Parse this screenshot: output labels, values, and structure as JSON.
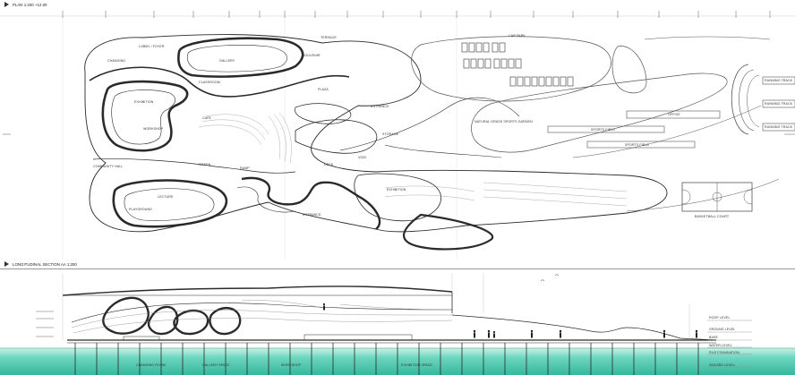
{
  "plan": {
    "title": "PLAN 1:200 +12.00",
    "labels": {
      "a": "LOBBY / FOYER",
      "b": "CHANGING",
      "c": "EXHIBITION",
      "d": "CAFE",
      "e": "WORKSHOP",
      "f": "GALLERY",
      "g": "CLASSROOM",
      "h": "PLAZA",
      "i": "ENTRANCE",
      "j": "TERRACE",
      "k": "SOUVENIR",
      "l": "STORAGE",
      "m": "VOID",
      "n": "NATURAL GRASS SPORTS GARDEN",
      "o": "OFFICE",
      "p": "COMMUNITY HALL",
      "q": "EXHIBITION",
      "r": "ENTRANCE",
      "s": "RAMP",
      "t": "GREEN",
      "u": "DECK",
      "v": "LECTURE",
      "w": "PLAYGROUND",
      "x": "CAR PARK",
      "y": "SPORTS FIELD",
      "z": "SPORTS FIELD",
      "aa": "BASKETBALL COURT",
      "ab": "RUNNING TRACK",
      "ac": "RUNNING TRACK",
      "ad": "RUNNING TRACK"
    }
  },
  "section": {
    "title": "LONGITUDINAL SECTION AA 1:200",
    "levels": [
      "ROOF LEVEL",
      "GROUND LEVEL",
      "BASE",
      "WATER LEVEL",
      "PILE FOUNDATION",
      "SEA BED LEVEL"
    ],
    "spaces": [
      "CHANGING ROOM",
      "GALLERY SPACE",
      "WORKSHOP",
      "EXHIBITION SPACE"
    ]
  },
  "colors": {
    "line": "#2a2a2a",
    "thin": "#8a8a8a",
    "water_top": "#bfeee0",
    "water_bottom": "#3fc2a6"
  }
}
